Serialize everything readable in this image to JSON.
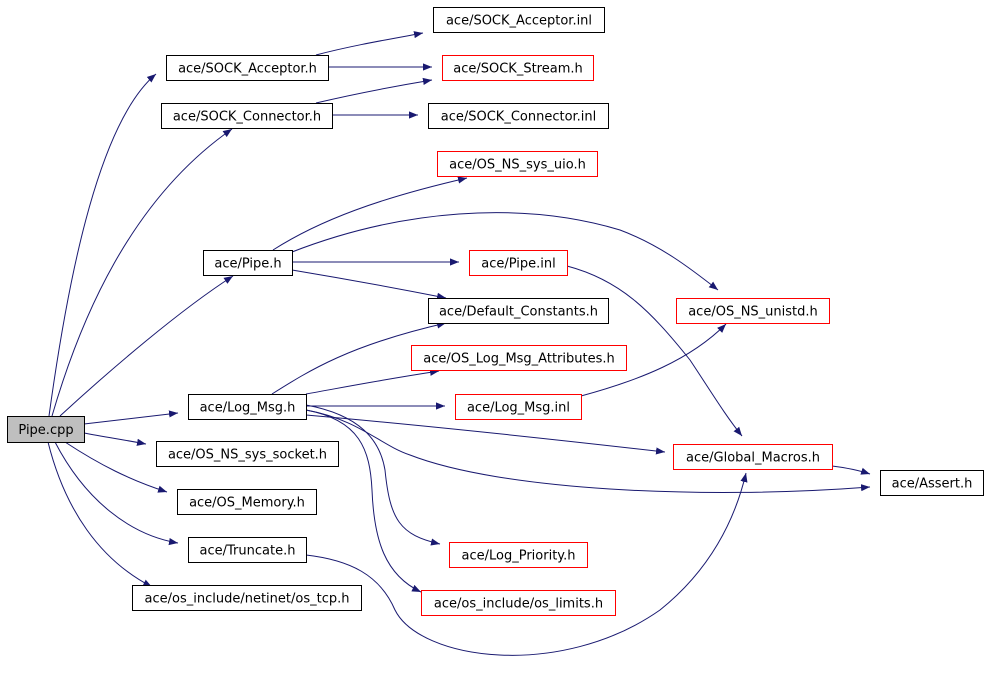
{
  "graph": {
    "colors": {
      "edge": "#191970",
      "border": "#000000",
      "incomplete_border": "#ff0000",
      "root_fill": "#bfbfbf"
    },
    "nodes": {
      "pipe_cpp": {
        "label": "Pipe.cpp",
        "style": "root"
      },
      "sock_acceptor_h": {
        "label": "ace/SOCK_Acceptor.h",
        "style": "normal"
      },
      "sock_connector_h": {
        "label": "ace/SOCK_Connector.h",
        "style": "normal"
      },
      "pipe_h": {
        "label": "ace/Pipe.h",
        "style": "normal"
      },
      "log_msg_h": {
        "label": "ace/Log_Msg.h",
        "style": "normal"
      },
      "os_ns_sys_socket_h": {
        "label": "ace/OS_NS_sys_socket.h",
        "style": "normal"
      },
      "os_memory_h": {
        "label": "ace/OS_Memory.h",
        "style": "normal"
      },
      "truncate_h": {
        "label": "ace/Truncate.h",
        "style": "normal"
      },
      "os_tcp_h": {
        "label": "ace/os_include/netinet/os_tcp.h",
        "style": "normal"
      },
      "sock_acceptor_inl": {
        "label": "ace/SOCK_Acceptor.inl",
        "style": "normal"
      },
      "sock_stream_h": {
        "label": "ace/SOCK_Stream.h",
        "style": "incomplete"
      },
      "sock_connector_inl": {
        "label": "ace/SOCK_Connector.inl",
        "style": "normal"
      },
      "os_ns_sys_uio_h": {
        "label": "ace/OS_NS_sys_uio.h",
        "style": "incomplete"
      },
      "pipe_inl": {
        "label": "ace/Pipe.inl",
        "style": "incomplete"
      },
      "default_constants_h": {
        "label": "ace/Default_Constants.h",
        "style": "normal"
      },
      "os_log_msg_attr_h": {
        "label": "ace/OS_Log_Msg_Attributes.h",
        "style": "incomplete"
      },
      "log_msg_inl": {
        "label": "ace/Log_Msg.inl",
        "style": "incomplete"
      },
      "log_priority_h": {
        "label": "ace/Log_Priority.h",
        "style": "incomplete"
      },
      "os_limits_h": {
        "label": "ace/os_include/os_limits.h",
        "style": "incomplete"
      },
      "os_ns_unistd_h": {
        "label": "ace/OS_NS_unistd.h",
        "style": "incomplete"
      },
      "global_macros_h": {
        "label": "ace/Global_Macros.h",
        "style": "incomplete"
      },
      "assert_h": {
        "label": "ace/Assert.h",
        "style": "normal"
      }
    },
    "edges": [
      {
        "from": "pipe_cpp",
        "to": "sock_acceptor_h"
      },
      {
        "from": "pipe_cpp",
        "to": "sock_connector_h"
      },
      {
        "from": "pipe_cpp",
        "to": "pipe_h"
      },
      {
        "from": "pipe_cpp",
        "to": "log_msg_h"
      },
      {
        "from": "pipe_cpp",
        "to": "os_ns_sys_socket_h"
      },
      {
        "from": "pipe_cpp",
        "to": "os_memory_h"
      },
      {
        "from": "pipe_cpp",
        "to": "truncate_h"
      },
      {
        "from": "pipe_cpp",
        "to": "os_tcp_h"
      },
      {
        "from": "sock_acceptor_h",
        "to": "sock_acceptor_inl"
      },
      {
        "from": "sock_acceptor_h",
        "to": "sock_stream_h"
      },
      {
        "from": "sock_connector_h",
        "to": "sock_stream_h"
      },
      {
        "from": "sock_connector_h",
        "to": "sock_connector_inl"
      },
      {
        "from": "pipe_h",
        "to": "os_ns_sys_uio_h"
      },
      {
        "from": "pipe_h",
        "to": "os_ns_unistd_h"
      },
      {
        "from": "pipe_h",
        "to": "pipe_inl"
      },
      {
        "from": "pipe_h",
        "to": "default_constants_h"
      },
      {
        "from": "pipe_inl",
        "to": "global_macros_h"
      },
      {
        "from": "log_msg_h",
        "to": "default_constants_h"
      },
      {
        "from": "log_msg_h",
        "to": "os_log_msg_attr_h"
      },
      {
        "from": "log_msg_h",
        "to": "log_msg_inl"
      },
      {
        "from": "log_msg_h",
        "to": "global_macros_h"
      },
      {
        "from": "log_msg_h",
        "to": "assert_h"
      },
      {
        "from": "log_msg_h",
        "to": "log_priority_h"
      },
      {
        "from": "log_msg_h",
        "to": "os_limits_h"
      },
      {
        "from": "log_msg_inl",
        "to": "os_ns_unistd_h"
      },
      {
        "from": "global_macros_h",
        "to": "assert_h"
      },
      {
        "from": "truncate_h",
        "to": "global_macros_h"
      }
    ]
  }
}
